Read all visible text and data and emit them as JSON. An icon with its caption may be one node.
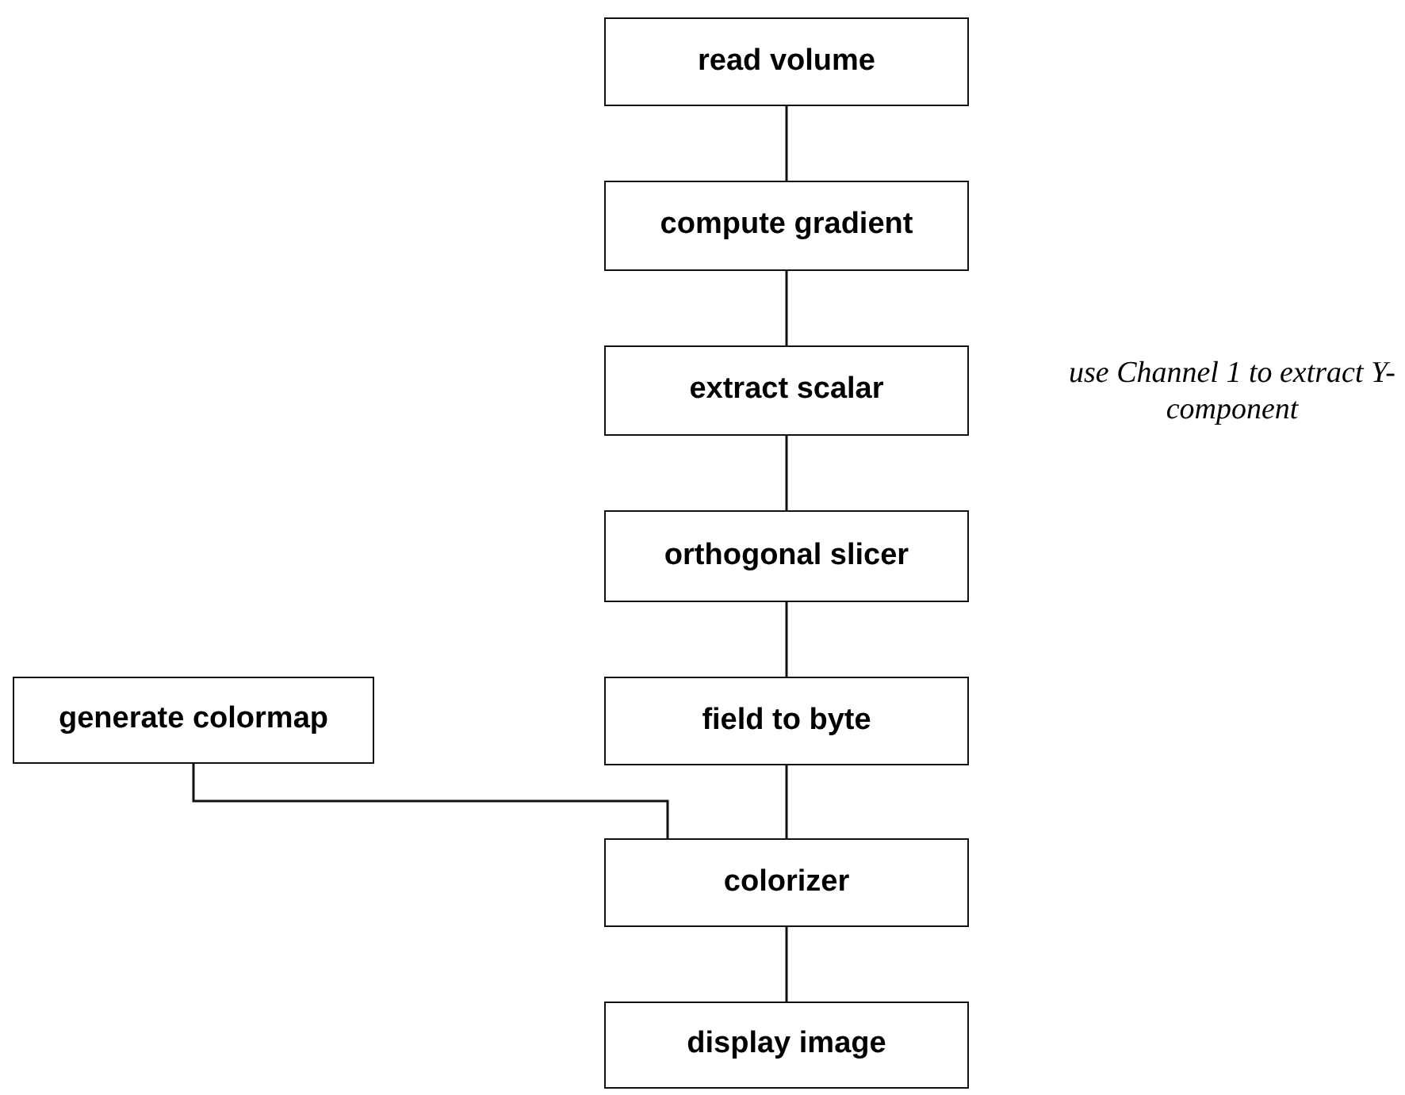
{
  "diagram": {
    "nodes": [
      {
        "text": [
          "read volume"
        ]
      },
      {
        "text": [
          "compute gradient"
        ]
      },
      {
        "text": [
          "extract scalar"
        ],
        "beside": [
          "use Channel 1 to extract Y-component"
        ]
      },
      {
        "text": [
          "orthogonal slicer"
        ]
      },
      {
        "text": [
          "generate colormap"
        ]
      },
      {
        "text": [
          "field to byte"
        ]
      },
      {
        "text": [
          "colorizer"
        ]
      },
      {
        "text": [
          "display image"
        ]
      }
    ],
    "edges": [
      {
        "from": 0,
        "to": 1,
        "arrow": "none"
      },
      {
        "from": 1,
        "to": 2,
        "arrow": "none"
      },
      {
        "from": 2,
        "to": 3,
        "arrow": "none"
      },
      {
        "from": 3,
        "to": 5,
        "arrow": "none"
      },
      {
        "from": 5,
        "to": 6,
        "arrow": "none"
      },
      {
        "from": 4,
        "to": 6,
        "arrow": "none"
      },
      {
        "from": 6,
        "to": 7,
        "arrow": "none"
      }
    ]
  }
}
